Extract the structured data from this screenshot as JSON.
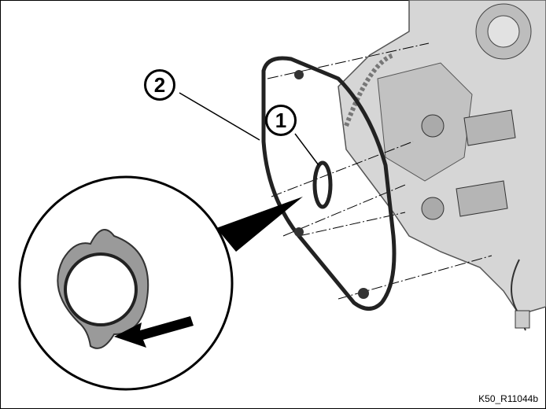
{
  "callouts": [
    "1",
    "2"
  ],
  "reference_code": "K50_R11044b"
}
